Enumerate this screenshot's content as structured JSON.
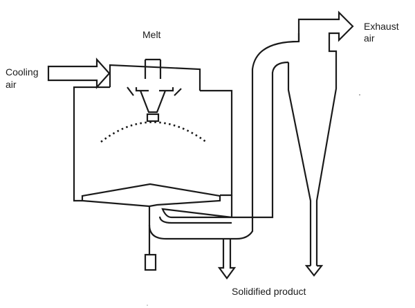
{
  "labels": {
    "melt": "Melt",
    "cooling_air_line1": "Cooling",
    "cooling_air_line2": "air",
    "exhaust_air_line1": "Exhaust",
    "exhaust_air_line2": "air",
    "solidified_product": "Solidified product"
  },
  "colors": {
    "stroke": "#1a1a1a",
    "background": "#ffffff"
  }
}
